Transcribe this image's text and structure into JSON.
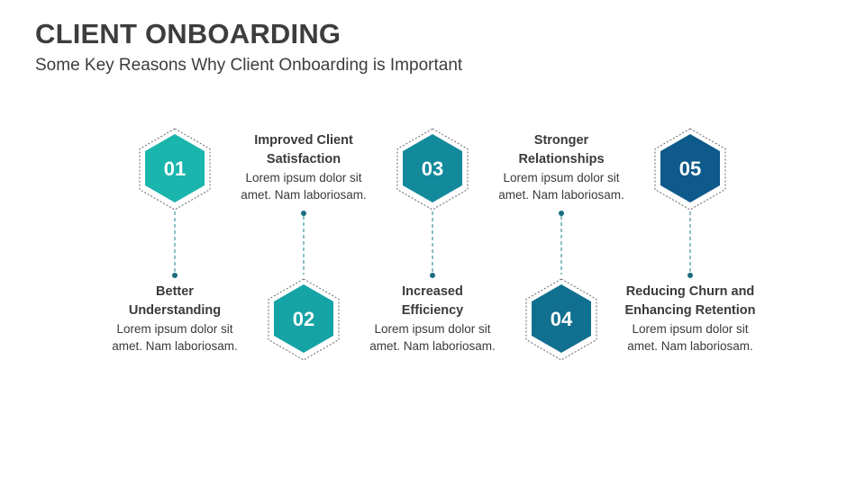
{
  "title": "CLIENT ONBOARDING",
  "subtitle": "Some Key Reasons Why Client Onboarding is Important",
  "steps": [
    {
      "number": "01",
      "heading": "Better Understanding",
      "body": "Lorem ipsum dolor sit amet. Nam laboriosam.",
      "color": "#1ab5ad"
    },
    {
      "number": "02",
      "heading": "Improved Client Satisfaction",
      "body": "Lorem ipsum dolor sit amet. Nam laboriosam.",
      "color": "#16a3a6"
    },
    {
      "number": "03",
      "heading": "Increased Efficiency",
      "body": "Lorem ipsum dolor sit amet. Nam laboriosam.",
      "color": "#138a9c"
    },
    {
      "number": "04",
      "heading": "Stronger Relationships",
      "body": "Lorem ipsum dolor sit amet. Nam laboriosam.",
      "color": "#11708f"
    },
    {
      "number": "05",
      "heading": "Reducing Churn and Enhancing Retention",
      "body": "Lorem ipsum dolor sit amet. Nam laboriosam.",
      "color": "#0e5a8a"
    }
  ]
}
